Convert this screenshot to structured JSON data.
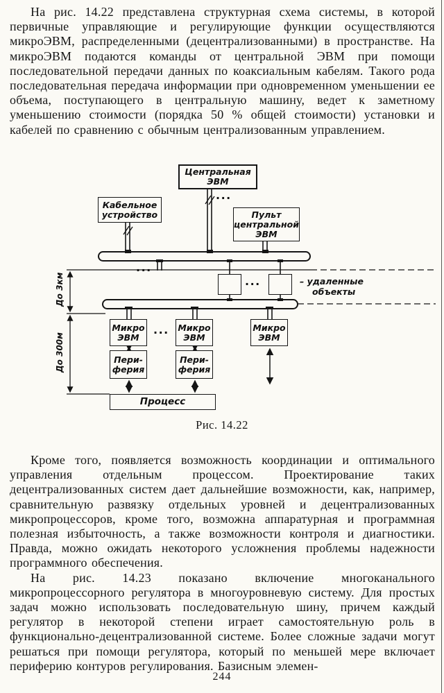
{
  "text": {
    "p1": "На рис. 14.22 представлена структурная схема системы, в которой первичные управляющие и регулирующие функции осуществляются микроЭВМ, распределенными (децентрализованными) в пространстве. На микроЭВМ подаются команды от центральной ЭВМ при помощи последовательной передачи данных по коаксиальным кабелям. Такого рода последовательная передача информации при одновременном уменьшении ее объема, поступающего в центральную машину, ведет к заметному уменьшению стоимости (порядка 50 % общей стоимости) установки и кабелей по сравнению с обычным централизованным управлением.",
    "p2": "Кроме того, появляется возможность координации и оптимального управления отдельным процессом. Проектирование таких децентрализованных систем дает дальнейшие возможности, как, например, сравнительную развязку отдельных уровней и децентрализованных микропроцессоров, кроме того, возможна аппаратурная и программная полезная избыточность, а также возможности контроля и диагностики. Правда, можно ожидать некоторого усложнения проблемы надежности программного обеспечения.",
    "p3": "На рис. 14.23 показано включение многоканального микропроцессорного регулятора в многоуровневую систему. Для простых задач можно использовать последовательную шину, причем каждый регулятор в некоторой степени играет самостоятельную роль в функционально-децентрализованной системе. Более сложные задачи могут решаться при помощи регулятора, который по меньшей мере включает периферию контуров регулирования. Базисным элемен-",
    "page_number": "244"
  },
  "figure": {
    "caption": "Рис. 14.22",
    "boxes": {
      "central_line1": "Центральная",
      "central_line2": "ЭВМ",
      "cable_line1": "Кабельное",
      "cable_line2": "устройство",
      "console_line1": "Пульт",
      "console_line2": "центральной",
      "console_line3": "ЭВМ",
      "micro_line1": "Микро",
      "micro_line2": "ЭВМ",
      "periph_line1": "Пери-",
      "periph_line2": "ферия",
      "process": "Процесс"
    },
    "annotations": {
      "remote_line1": "– удаленные",
      "remote_line2": "объекты",
      "dim_top": "До 3км",
      "dim_bottom": "До 300м",
      "dots": "···"
    },
    "ink_color": "#151515"
  }
}
